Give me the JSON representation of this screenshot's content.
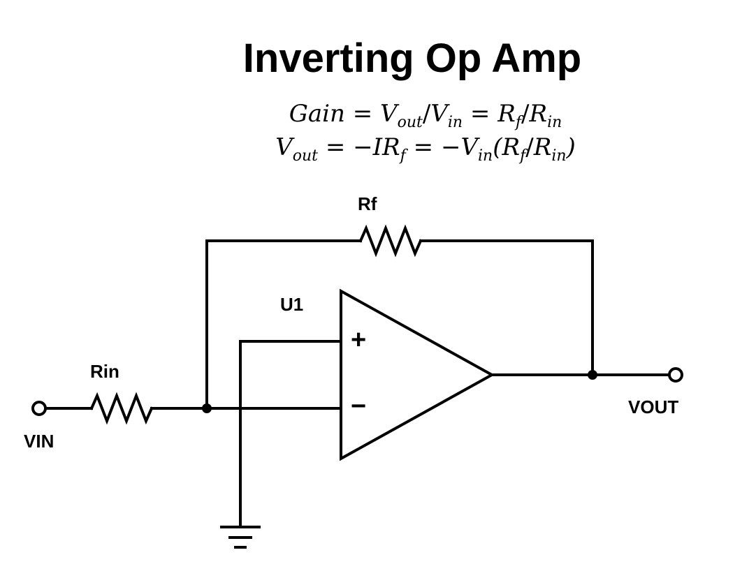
{
  "diagram": {
    "title": "Inverting Op Amp",
    "equations": {
      "line1": [
        "Gain",
        "=",
        "V",
        "out",
        "/",
        "V",
        "in",
        "=",
        "R",
        "f",
        "/",
        "R",
        "in"
      ],
      "line2": [
        "V",
        "out",
        "=",
        "−IR",
        "f",
        "=",
        "−V",
        "in",
        "(R",
        "f",
        "/",
        "R",
        "in",
        ")"
      ]
    },
    "labels": {
      "rf": "Rf",
      "u1": "U1",
      "rin": "Rin",
      "vin": "VIN",
      "vout": "VOUT",
      "plus": "+",
      "minus": "−"
    }
  }
}
